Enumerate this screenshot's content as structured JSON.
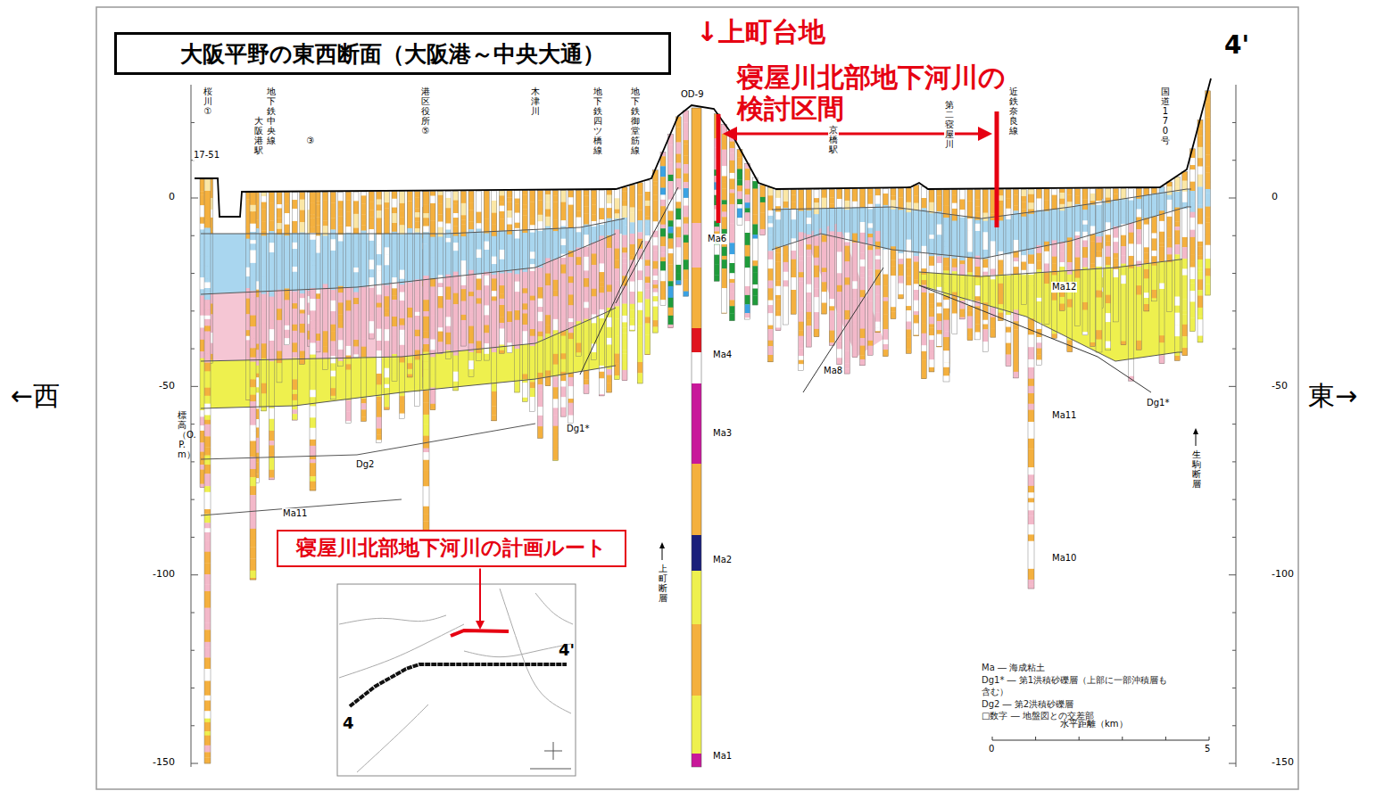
{
  "diagram": {
    "title": "大阪平野の東西断面（大阪港～中央大通）",
    "nodes": [
      {
        "text": [
          "寝屋川北部地下河川の計画ルート"
        ]
      }
    ],
    "labels": [
      "↓上町台地",
      "寝屋川北部地下河川の 検討区間",
      "←西",
      "東→",
      "4'",
      "0",
      "-50",
      "-100",
      "-150",
      "0",
      "-50",
      "-100",
      "-150",
      "標高（O.P.m）",
      "17-51",
      "桜川①",
      "地下鉄中央線",
      "大阪港駅",
      "③",
      "港区役所⑤",
      "木津川",
      "地下鉄四ツ橋線",
      "地下鉄御堂筋線",
      "OD-9",
      "京橋駅",
      "第二寝屋川",
      "近鉄奈良線",
      "国道170号",
      "Ma6",
      "Ma4",
      "Ma3",
      "Ma2",
      "Ma1",
      "Ma8",
      "Ma12",
      "Ma11",
      "Ma10",
      "Ma11",
      "Dg2",
      "Dg1*",
      "Dg1*",
      "上町断層",
      "生駒断層",
      "4",
      "4'",
      "水平距離（km）",
      "0",
      "5"
    ],
    "legend": [
      {
        "text": "Ma ― 海成粘土"
      },
      {
        "text": "Dg1* ― 第1洪積砂礫層（上部に一部沖積層も含む）"
      },
      {
        "text": "Dg2 ― 第2洪積砂礫層"
      },
      {
        "text": "□数字 ― 地盤図との交差部"
      }
    ]
  }
}
